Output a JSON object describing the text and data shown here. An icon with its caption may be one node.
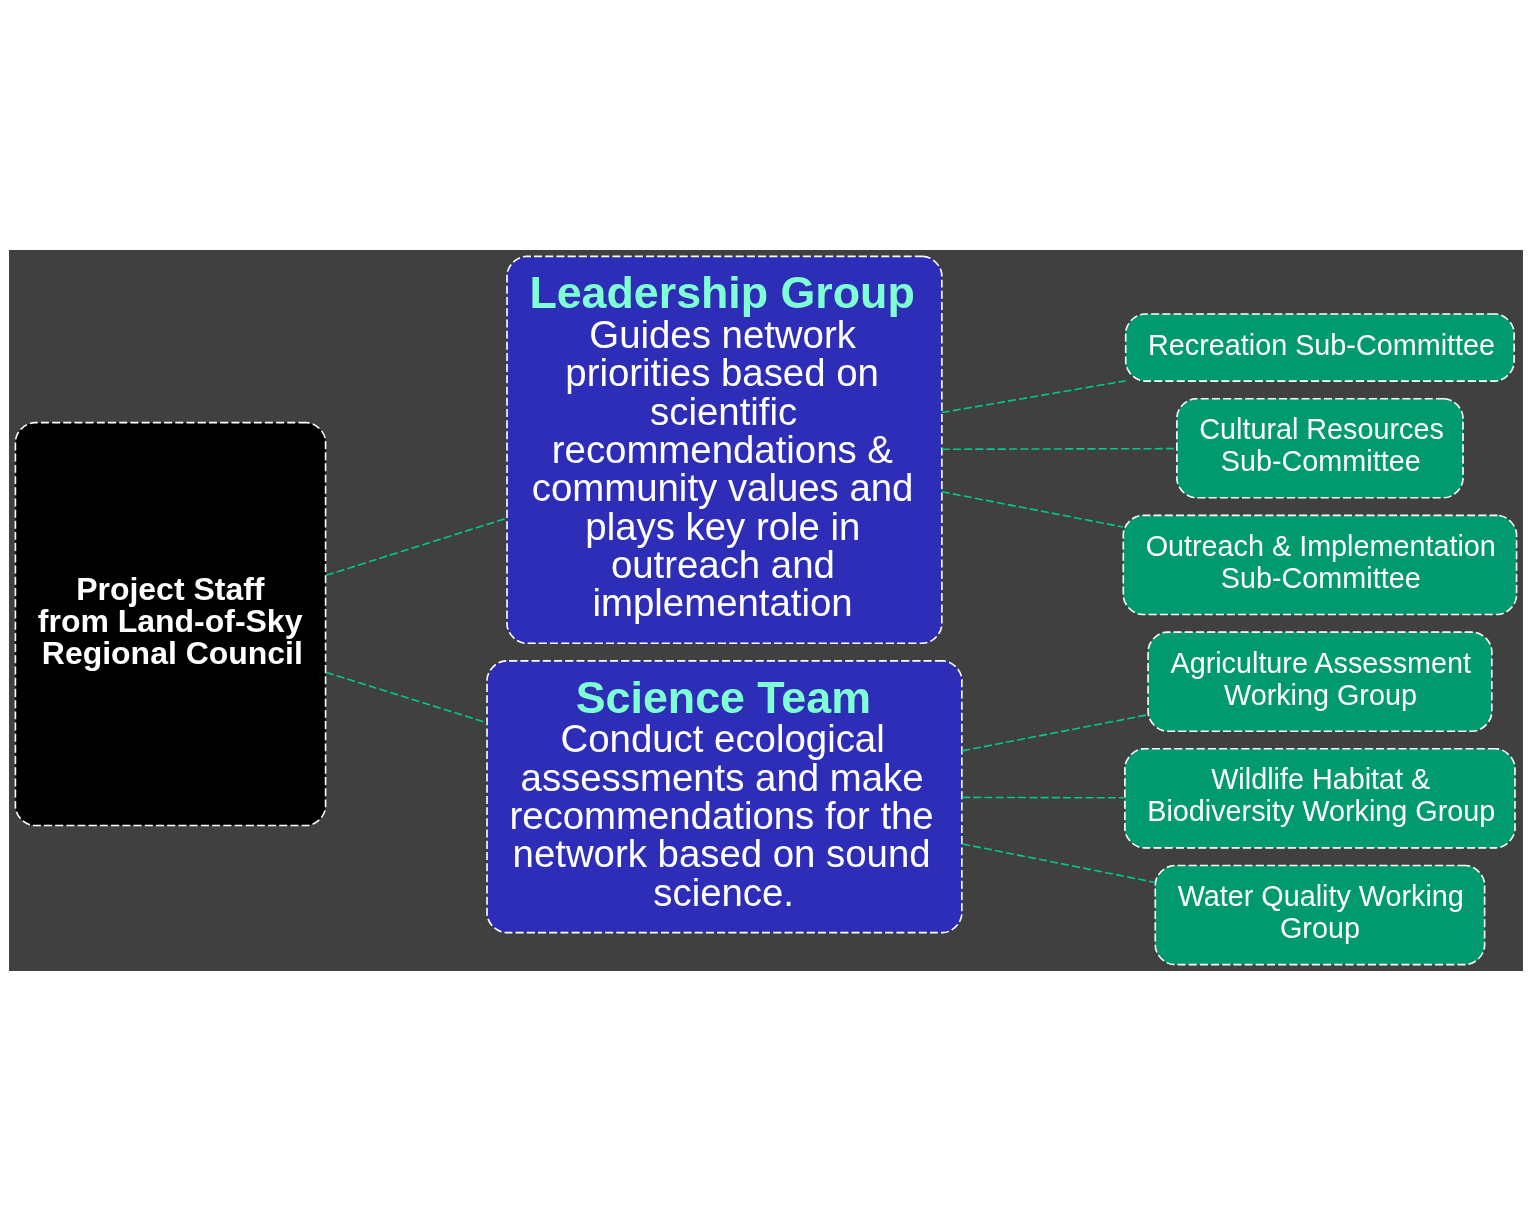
{
  "diagram": {
    "nodes": [
      {
        "text": [
          "Project Staff from Land-of-Sky Regional Council"
        ]
      },
      {
        "text": [
          "Leadership Group",
          "Guides network priorities based on scientific recommendations & community values and plays key role in outreach and implementation"
        ]
      },
      {
        "text": [
          "Science Team",
          "Conduct ecological assessments and make recommendations for the network based on sound science."
        ]
      },
      {
        "text": [
          "Recreation Sub-Committee"
        ]
      },
      {
        "text": [
          "Cultural Resources Sub-Committee"
        ]
      },
      {
        "text": [
          "Outreach & Implementation Sub-Committee"
        ]
      },
      {
        "text": [
          "Agriculture Assessment Working Group"
        ]
      },
      {
        "text": [
          "Wildlife Habitat & Biodiversity Working Group"
        ]
      },
      {
        "text": [
          "Water Quality Working Group"
        ]
      }
    ],
    "edges": [
      {
        "from": 0,
        "to": 1,
        "arrow": "none",
        "style": "dashed"
      },
      {
        "from": 0,
        "to": 2,
        "arrow": "none",
        "style": "dashed"
      },
      {
        "from": 1,
        "to": 3,
        "arrow": "none",
        "style": "dashed"
      },
      {
        "from": 1,
        "to": 4,
        "arrow": "none",
        "style": "dashed"
      },
      {
        "from": 1,
        "to": 5,
        "arrow": "none",
        "style": "dashed"
      },
      {
        "from": 2,
        "to": 6,
        "arrow": "none",
        "style": "dashed"
      },
      {
        "from": 2,
        "to": 7,
        "arrow": "none",
        "style": "dashed"
      },
      {
        "from": 2,
        "to": 8,
        "arrow": "none",
        "style": "dashed"
      }
    ]
  }
}
